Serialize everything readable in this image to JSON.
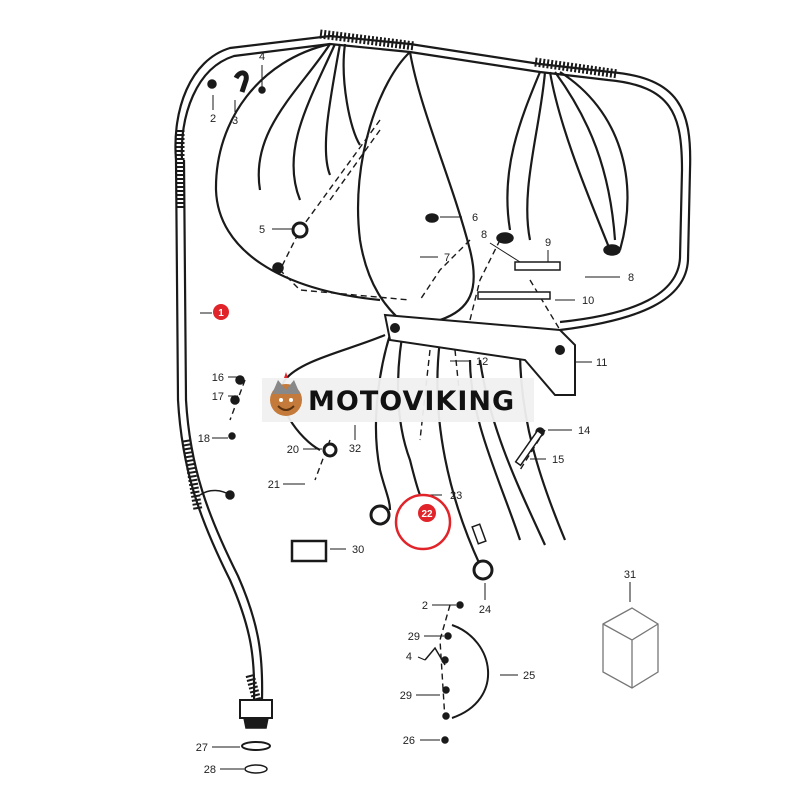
{
  "watermark": {
    "text": "MOTOVIKING"
  },
  "colors": {
    "line": "#1a1a1a",
    "highlight": "#e0242a",
    "watermark_bg": "#f0f0f0"
  },
  "callouts": {
    "c1": "1",
    "c2a": "2",
    "c2b": "2",
    "c3": "3",
    "c4a": "4",
    "c4b": "4",
    "c5": "5",
    "c6": "6",
    "c7": "7",
    "c8a": "8",
    "c8b": "8",
    "c9": "9",
    "c10": "10",
    "c11": "11",
    "c12": "12",
    "c14": "14",
    "c15": "15",
    "c16": "16",
    "c17": "17",
    "c18": "18",
    "c20": "20",
    "c21": "21",
    "c22": "22",
    "c23": "23",
    "c24": "24",
    "c25": "25",
    "c26": "26",
    "c27": "27",
    "c28": "28",
    "c29a": "29",
    "c29b": "29",
    "c30": "30",
    "c31": "31",
    "c32": "32"
  }
}
